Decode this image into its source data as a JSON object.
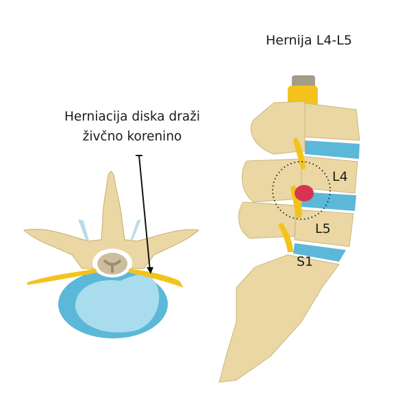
{
  "title": "Hernija L4-L5",
  "callout": {
    "line1": "Herniacija diska draži",
    "line2": "živčno korenino"
  },
  "vertebra_labels": {
    "l4": "L4",
    "l5": "L5",
    "s1": "S1"
  },
  "colors": {
    "bone": "#ead7a3",
    "bone_shadow": "#cdb57a",
    "disc": "#5bb8d8",
    "disc_light": "#a9dcec",
    "nerve": "#f3c31c",
    "herniation": "#d63452",
    "text": "#1a1a1a",
    "arrow": "#111111"
  },
  "views": {
    "axial": "Transverse view of lumbar vertebra with herniated disc compressing nerve root",
    "sagittal": "Lateral view of lumbar spine L4-L5-S1 with highlighted herniation"
  }
}
